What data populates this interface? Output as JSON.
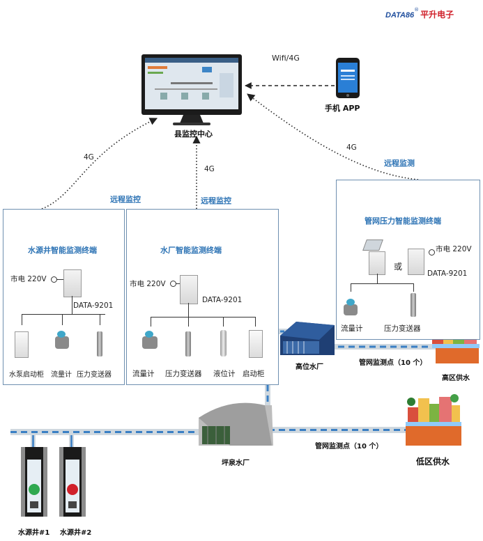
{
  "brand": {
    "logo_text": "DATA86",
    "company": "平升电子",
    "registered": "®"
  },
  "center": {
    "label": "县监控中心"
  },
  "phone": {
    "label": "手机 APP"
  },
  "links": {
    "wifi": "Wifi/4G",
    "left_4g": "4G",
    "mid_4g": "4G",
    "right_4g": "4G",
    "remote_left": "远程监控",
    "remote_mid": "远程监控",
    "remote_right": "远程监测"
  },
  "well_panel": {
    "title": "水源井智能监测终端",
    "power": "市电 220V",
    "device": "DATA-9201",
    "items": [
      "水泵启动柜",
      "流量计",
      "压力变送器"
    ]
  },
  "plant_panel": {
    "title": "水厂智能监测终端",
    "power": "市电 220V",
    "device": "DATA-9201",
    "items": [
      "流量计",
      "压力变送器",
      "液位计",
      "启动柜"
    ]
  },
  "pipe_panel": {
    "title": "管网压力智能监测终端",
    "power": "市电 220V",
    "device": "DATA-9201",
    "or_text": "或",
    "items": [
      "流量计",
      "压力变送器"
    ]
  },
  "sites": {
    "high_plant": "高位水厂",
    "main_plant": "坪泉水厂",
    "pipe_points_top": "管网监测点（10 个）",
    "pipe_points_bottom": "管网监测点（10 个）",
    "high_supply": "高区供水",
    "low_supply": "低区供水",
    "well1": "水源井#1",
    "well2": "水源井#2"
  }
}
